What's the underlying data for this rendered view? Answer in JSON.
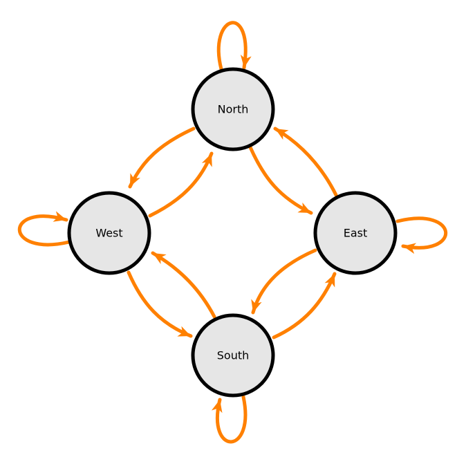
{
  "colors": {
    "edge": "#ff8000",
    "node_fill": "#e6e6e6",
    "node_stroke": "#000000"
  },
  "nodes": [
    {
      "id": "north",
      "label": "North"
    },
    {
      "id": "east",
      "label": "East"
    },
    {
      "id": "south",
      "label": "South"
    },
    {
      "id": "west",
      "label": "West"
    }
  ],
  "edges": [
    {
      "from": "north",
      "to": "north"
    },
    {
      "from": "east",
      "to": "east"
    },
    {
      "from": "south",
      "to": "south"
    },
    {
      "from": "west",
      "to": "west"
    },
    {
      "from": "north",
      "to": "west"
    },
    {
      "from": "west",
      "to": "north"
    },
    {
      "from": "north",
      "to": "east"
    },
    {
      "from": "east",
      "to": "north"
    },
    {
      "from": "east",
      "to": "south"
    },
    {
      "from": "south",
      "to": "east"
    },
    {
      "from": "south",
      "to": "west"
    },
    {
      "from": "west",
      "to": "south"
    }
  ]
}
